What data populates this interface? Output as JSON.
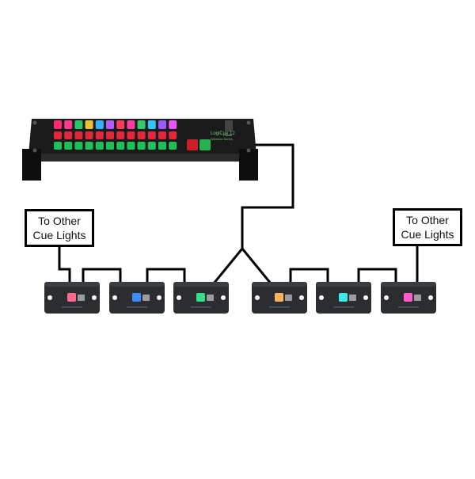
{
  "diagram": {
    "controller": {
      "model_label": "LogiCue 12",
      "model_sub": "Wireless Series",
      "switch_label": "Power",
      "colors": {
        "chassis": "#1b1b1b",
        "top_row": "#e0307a",
        "bottom_row_a": "#e0283a",
        "bottom_row_b": "#1fc05a",
        "go_button": "#cc1f2a",
        "standby_button": "#27b24e"
      },
      "top_row_key_colors": [
        "#ff2a6a",
        "#ff3a8a",
        "#27c86a",
        "#e8c232",
        "#33b2ff",
        "#b25cff",
        "#ff3a5a",
        "#ff3aa0",
        "#36c86c",
        "#33c3ff",
        "#9a5cff",
        "#e855ff"
      ]
    },
    "callouts": {
      "left": {
        "line1": "To Other",
        "line2": "Cue Lights"
      },
      "right": {
        "line1": "To Other",
        "line2": "Cue Lights"
      }
    },
    "cue_lights": [
      {
        "color": "#ff6a8c"
      },
      {
        "color": "#3c8cff"
      },
      {
        "color": "#33e08a"
      },
      {
        "color": "#ffb060"
      },
      {
        "color": "#3ce8e8"
      },
      {
        "color": "#ff5ad0"
      }
    ],
    "wire_color": "#000000"
  }
}
